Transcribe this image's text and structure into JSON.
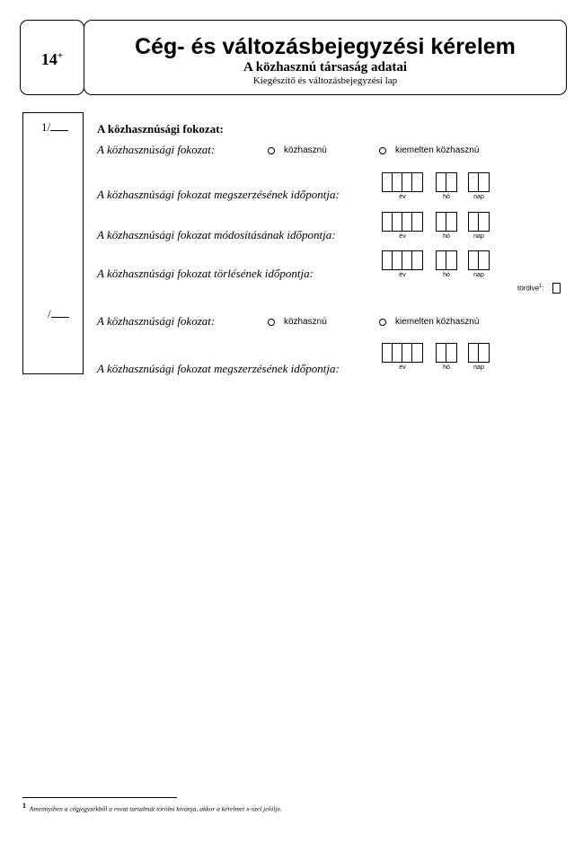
{
  "header": {
    "form_number": "14",
    "form_number_sup": "+",
    "title": "Cég- és változásbejegyzési kérelem",
    "subtitle": "A közhasznú társaság adatai",
    "subsubtitle": "Kiegészítő és változásbejegyzési lap"
  },
  "rows": {
    "row1_number": "1/",
    "row2_number": "/"
  },
  "section": {
    "title": "A közhasznúsági fokozat:",
    "status_label": "A közhasznúsági fokozat:",
    "option_1": "közhasznú",
    "option_2": "kiemelten közhasznú",
    "acquired_label": "A közhasznúsági fokozat megszerzésének időpontja:",
    "modified_label": "A közhasznúsági fokozat módosításának időpontja:",
    "deleted_label": "A közhasznúsági fokozat törlésének időpontja:",
    "deleted_checkbox_label": "törölve",
    "deleted_checkbox_sup": "1",
    "status2_label": "A közhasznúsági fokozat:",
    "option2_1": "közhasznú",
    "option2_2": "kiemelten közhasznú",
    "acquired2_label": "A közhasznúsági fokozat megszerzésének időpontja:"
  },
  "date_captions": {
    "year": "év",
    "month": "hó",
    "day": "nap"
  },
  "footnote": {
    "marker": "1",
    "text": "Amennyiben a cégjegyzékből a rovat tartalmát törölni kívánja, akkor a kérelmet x-szel jelölje."
  }
}
